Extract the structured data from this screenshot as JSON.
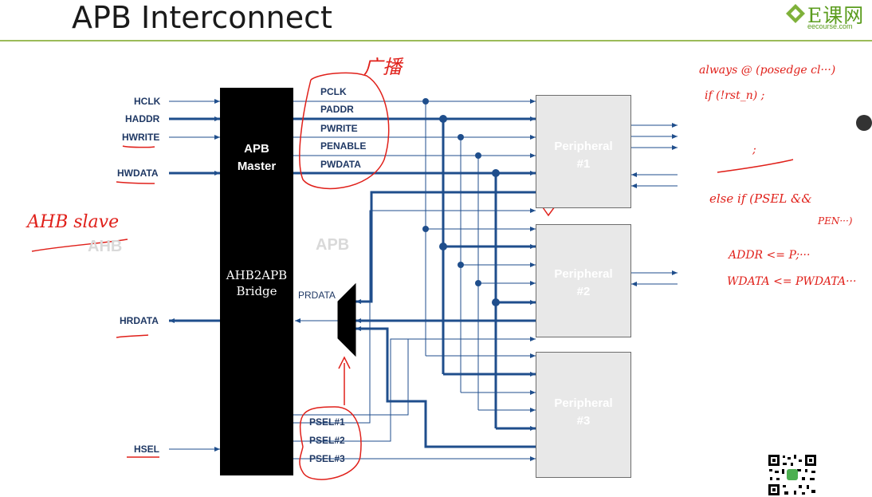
{
  "title": "APB Interconnect",
  "logo": {
    "main": "E课网",
    "sub": "eecourse.com"
  },
  "inputs": {
    "hclk": "HCLK",
    "haddr": "HADDR",
    "hwrite": "HWRITE",
    "hwdata": "HWDATA",
    "hrdata": "HRDATA",
    "hsel": "HSEL"
  },
  "bridge": {
    "master_line1": "APB",
    "master_line2": "Master",
    "bridge_line1": "AHB2APB",
    "bridge_line2": "Bridge"
  },
  "apb_signals": [
    "PCLK",
    "PADDR",
    "PWRITE",
    "PENABLE",
    "PWDATA"
  ],
  "psel": [
    "PSEL#1",
    "PSEL#2",
    "PSEL#3"
  ],
  "prdata": "PRDATA",
  "zones": {
    "ahb": "AHB",
    "apb": "APB"
  },
  "peripherals": [
    {
      "name": "Peripheral",
      "num": "#1"
    },
    {
      "name": "Peripheral",
      "num": "#2"
    },
    {
      "name": "Peripheral",
      "num": "#3"
    }
  ],
  "handwriting": {
    "broadcast": "广播",
    "ahb_slave": "AHB slave",
    "code_line1": "always @ (posedge cl···)",
    "code_line2": "if (!rst_n) ;",
    "code_line3": ";",
    "code_line4": "else if (PSEL &&",
    "code_line5": "PEN···)",
    "code_line6": "ADDR <= P;···",
    "code_line7": "WDATA <= PWDATA···"
  },
  "colors": {
    "signal": "#1f4e8c",
    "annotation": "#e0201a",
    "accent": "#9bbb59"
  }
}
